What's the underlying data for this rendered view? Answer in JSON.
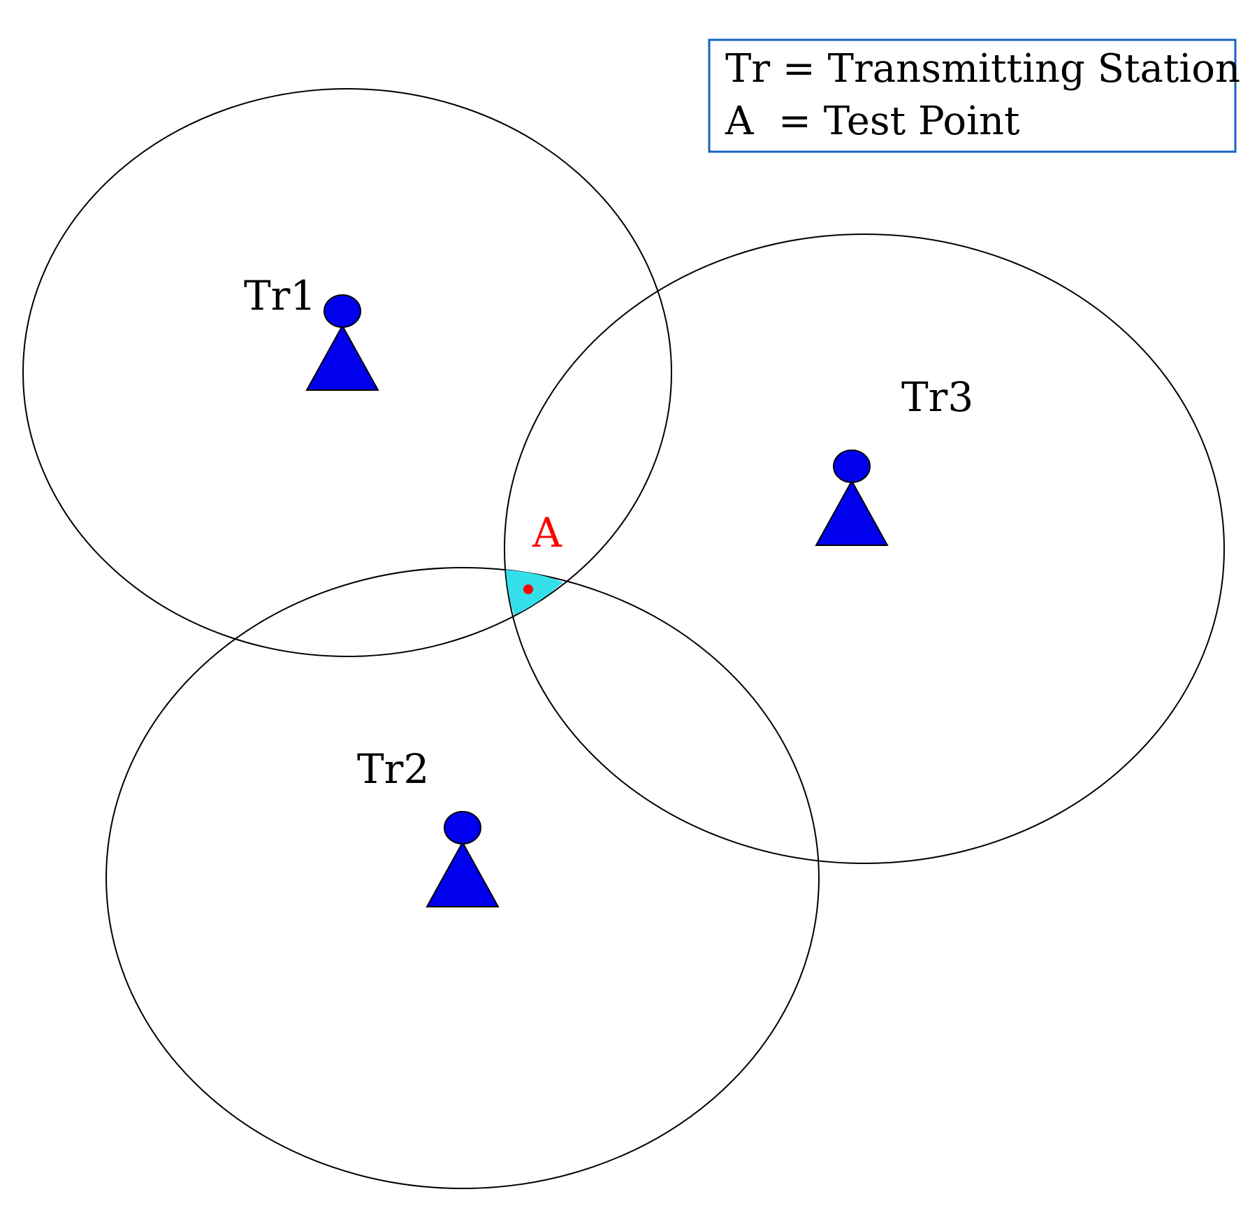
{
  "legend": {
    "lines": [
      "Tr = Transmitting Station",
      "A  = Test Point"
    ],
    "border_color": "#1565c0"
  },
  "stations": [
    {
      "label": "Tr1",
      "icon": "transmitter-icon"
    },
    {
      "label": "Tr2",
      "icon": "transmitter-icon"
    },
    {
      "label": "Tr3",
      "icon": "transmitter-icon"
    }
  ],
  "test_point": {
    "label": "A",
    "color": "#ff0000",
    "region_color": "#33e0ea"
  },
  "colors": {
    "station": "#0000ee",
    "circle": "#000000"
  }
}
